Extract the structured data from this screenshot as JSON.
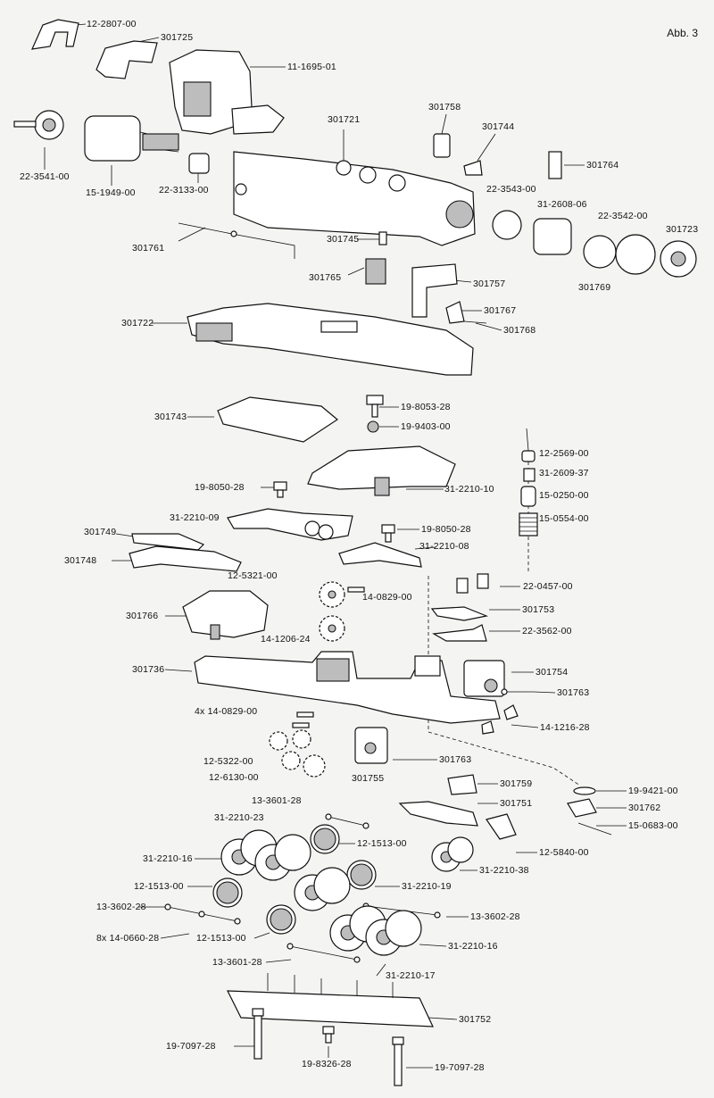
{
  "figure_label": "Abb. 3",
  "labels": [
    "12-2807-00",
    "301725",
    "11-1695-01",
    "22-3541-00",
    "15-1949-00",
    "22-3133-00",
    "301721",
    "301758",
    "301744",
    "301764",
    "22-3543-00",
    "31-2608-06",
    "22-3542-00",
    "301723",
    "301761",
    "301745",
    "301765",
    "301757",
    "301769",
    "301767",
    "301768",
    "301722",
    "301743",
    "19-8053-28",
    "19-9403-00",
    "12-2569-00",
    "31-2609-37",
    "19-8050-28",
    "31-2210-10",
    "15-0250-00",
    "15-0554-00",
    "31-2210-09",
    "19-8050-28",
    "301749",
    "31-2210-08",
    "301748",
    "12-5321-00",
    "22-0457-00",
    "14-0829-00",
    "301753",
    "301766",
    "22-3562-00",
    "14-1206-24",
    "301736",
    "301754",
    "301763",
    "4x 14-0829-00",
    "14-1216-28",
    "12-5322-00",
    "301763",
    "12-6130-00",
    "301755",
    "301759",
    "19-9421-00",
    "13-3601-28",
    "301751",
    "301762",
    "31-2210-23",
    "12-1513-00",
    "15-0683-00",
    "31-2210-16",
    "12-5840-00",
    "31-2210-38",
    "12-1513-00",
    "31-2210-19",
    "13-3602-28",
    "13-3602-28",
    "8x 14-0660-28",
    "12-1513-00",
    "31-2210-16",
    "13-3601-28",
    "31-2210-17",
    "301752",
    "19-7097-28",
    "19-8326-28",
    "19-7097-28"
  ]
}
